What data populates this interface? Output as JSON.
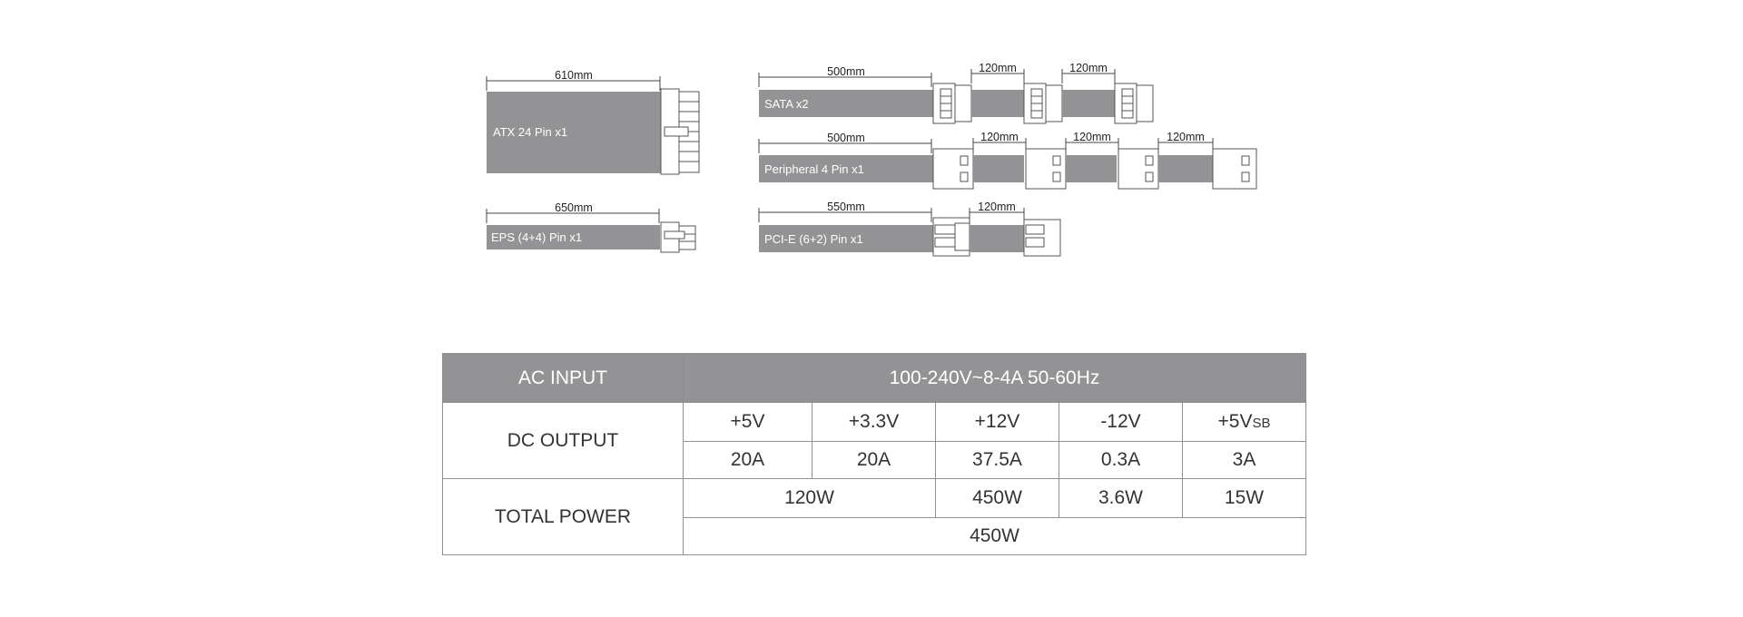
{
  "cables": [
    {
      "id": "atx",
      "label": "ATX 24 Pin x1",
      "length": "610mm"
    },
    {
      "id": "eps",
      "label": "EPS (4+4) Pin x1",
      "length": "650mm"
    },
    {
      "id": "sata",
      "label": "SATA x2",
      "length": "500mm",
      "extensions": [
        "120mm",
        "120mm"
      ]
    },
    {
      "id": "peripheral",
      "label": "Peripheral 4 Pin x1",
      "length": "500mm",
      "extensions": [
        "120mm",
        "120mm",
        "120mm"
      ]
    },
    {
      "id": "pcie",
      "label": "PCI-E (6+2) Pin x1",
      "length": "550mm",
      "extensions": [
        "120mm"
      ]
    }
  ],
  "table": {
    "ac_input": {
      "label": "AC INPUT",
      "value": "100-240V~8-4A 50-60Hz"
    },
    "dc_output": {
      "label": "DC OUTPUT",
      "rails": [
        {
          "name": "+5V",
          "current": "20A"
        },
        {
          "name": "+3.3V",
          "current": "20A"
        },
        {
          "name": "+12V",
          "current": "37.5A"
        },
        {
          "name": "-12V",
          "current": "0.3A"
        },
        {
          "name": "+5V",
          "name_sub": "SB",
          "current": "3A"
        }
      ]
    },
    "total_power": {
      "label": "TOTAL POWER",
      "combined_5v_3v3": "120W",
      "v12": "450W",
      "vneg12": "3.6W",
      "vsb": "15W",
      "total": "450W"
    }
  },
  "colors": {
    "cable_gray": "#939395",
    "border": "#8f8f91"
  }
}
